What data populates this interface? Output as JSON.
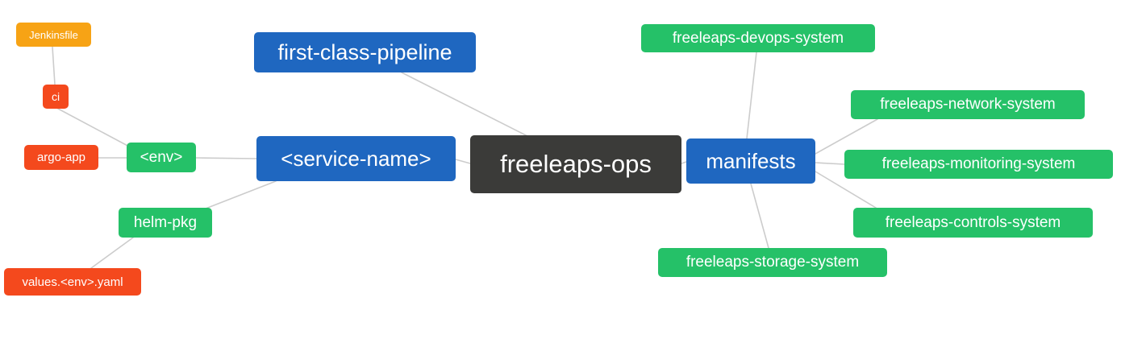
{
  "diagram": {
    "type": "mindmap",
    "root": "freeleaps-ops",
    "colors": {
      "root_bg": "#3b3b39",
      "blue": "#1f67c0",
      "green": "#25c168",
      "red": "#f4491d",
      "orange": "#f7a315",
      "edge": "#cccccc",
      "text": "#ffffff",
      "background": "#ffffff"
    },
    "nodes": [
      {
        "id": "jenkinsfile",
        "label": "Jenkinsfile",
        "color": "orange"
      },
      {
        "id": "ci",
        "label": "ci",
        "color": "red"
      },
      {
        "id": "argo-app",
        "label": "argo-app",
        "color": "red"
      },
      {
        "id": "env",
        "label": "<env>",
        "color": "green"
      },
      {
        "id": "helm-pkg",
        "label": "helm-pkg",
        "color": "green"
      },
      {
        "id": "values-env-yaml",
        "label": "values.<env>.yaml",
        "color": "red"
      },
      {
        "id": "first-class-pipeline",
        "label": "first-class-pipeline",
        "color": "blue"
      },
      {
        "id": "service-name",
        "label": "<service-name>",
        "color": "blue"
      },
      {
        "id": "freeleaps-ops",
        "label": "freeleaps-ops",
        "color": "dark"
      },
      {
        "id": "manifests",
        "label": "manifests",
        "color": "blue"
      },
      {
        "id": "freeleaps-devops-system",
        "label": "freeleaps-devops-system",
        "color": "green"
      },
      {
        "id": "freeleaps-network-system",
        "label": "freeleaps-network-system",
        "color": "green"
      },
      {
        "id": "freeleaps-monitoring-system",
        "label": "freeleaps-monitoring-system",
        "color": "green"
      },
      {
        "id": "freeleaps-controls-system",
        "label": "freeleaps-controls-system",
        "color": "green"
      },
      {
        "id": "freeleaps-storage-system",
        "label": "freeleaps-storage-system",
        "color": "green"
      }
    ],
    "edges": [
      [
        "freeleaps-ops",
        "first-class-pipeline"
      ],
      [
        "freeleaps-ops",
        "service-name"
      ],
      [
        "freeleaps-ops",
        "manifests"
      ],
      [
        "service-name",
        "env"
      ],
      [
        "service-name",
        "helm-pkg"
      ],
      [
        "env",
        "ci"
      ],
      [
        "env",
        "argo-app"
      ],
      [
        "ci",
        "jenkinsfile"
      ],
      [
        "helm-pkg",
        "values-env-yaml"
      ],
      [
        "manifests",
        "freeleaps-devops-system"
      ],
      [
        "manifests",
        "freeleaps-network-system"
      ],
      [
        "manifests",
        "freeleaps-monitoring-system"
      ],
      [
        "manifests",
        "freeleaps-controls-system"
      ],
      [
        "manifests",
        "freeleaps-storage-system"
      ]
    ]
  }
}
